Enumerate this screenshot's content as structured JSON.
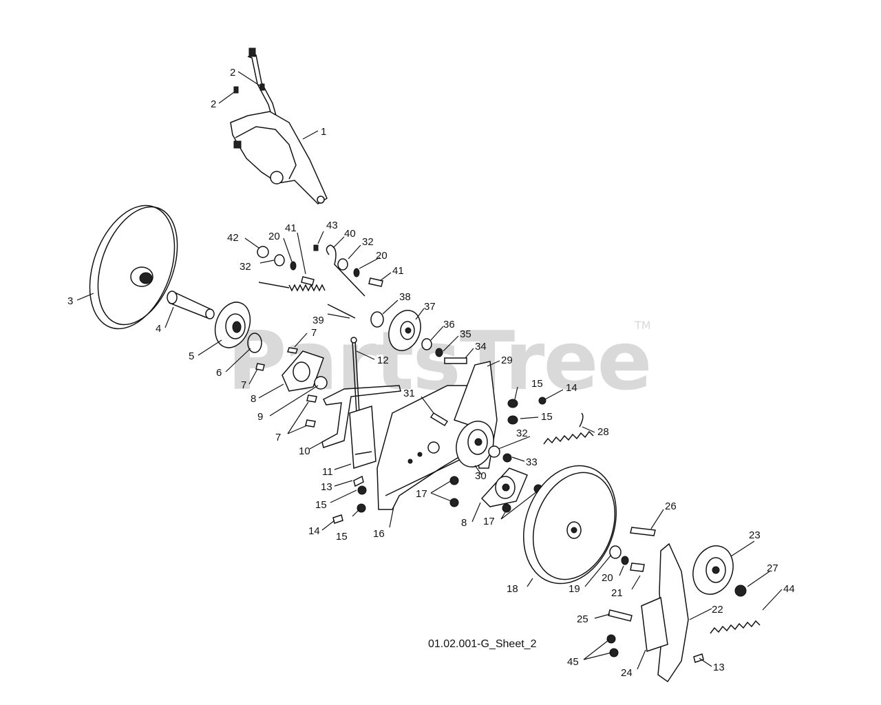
{
  "watermark": {
    "text": "PartsTree",
    "trademark": "TM"
  },
  "caption": "01.02.001-G_Sheet_2",
  "labels": [
    {
      "id": "l1",
      "text": "1"
    },
    {
      "id": "l2a",
      "text": "2"
    },
    {
      "id": "l2b",
      "text": "2"
    },
    {
      "id": "l3",
      "text": "3"
    },
    {
      "id": "l4",
      "text": "4"
    },
    {
      "id": "l5",
      "text": "5"
    },
    {
      "id": "l6",
      "text": "6"
    },
    {
      "id": "l7a",
      "text": "7"
    },
    {
      "id": "l7b",
      "text": "7"
    },
    {
      "id": "l7c",
      "text": "7"
    },
    {
      "id": "l8a",
      "text": "8"
    },
    {
      "id": "l8b",
      "text": "8"
    },
    {
      "id": "l9",
      "text": "9"
    },
    {
      "id": "l10",
      "text": "10"
    },
    {
      "id": "l11",
      "text": "11"
    },
    {
      "id": "l12",
      "text": "12"
    },
    {
      "id": "l13a",
      "text": "13"
    },
    {
      "id": "l13b",
      "text": "13"
    },
    {
      "id": "l14a",
      "text": "14"
    },
    {
      "id": "l14b",
      "text": "14"
    },
    {
      "id": "l15a",
      "text": "15"
    },
    {
      "id": "l15b",
      "text": "15"
    },
    {
      "id": "l15c",
      "text": "15"
    },
    {
      "id": "l15d",
      "text": "15"
    },
    {
      "id": "l16",
      "text": "16"
    },
    {
      "id": "l17a",
      "text": "17"
    },
    {
      "id": "l17b",
      "text": "17"
    },
    {
      "id": "l18",
      "text": "18"
    },
    {
      "id": "l19",
      "text": "19"
    },
    {
      "id": "l20a",
      "text": "20"
    },
    {
      "id": "l20b",
      "text": "20"
    },
    {
      "id": "l20c",
      "text": "20"
    },
    {
      "id": "l21",
      "text": "21"
    },
    {
      "id": "l22",
      "text": "22"
    },
    {
      "id": "l23",
      "text": "23"
    },
    {
      "id": "l24",
      "text": "24"
    },
    {
      "id": "l25",
      "text": "25"
    },
    {
      "id": "l26",
      "text": "26"
    },
    {
      "id": "l27",
      "text": "27"
    },
    {
      "id": "l28",
      "text": "28"
    },
    {
      "id": "l29",
      "text": "29"
    },
    {
      "id": "l30",
      "text": "30"
    },
    {
      "id": "l31",
      "text": "31"
    },
    {
      "id": "l32a",
      "text": "32"
    },
    {
      "id": "l32b",
      "text": "32"
    },
    {
      "id": "l32c",
      "text": "32"
    },
    {
      "id": "l33",
      "text": "33"
    },
    {
      "id": "l34",
      "text": "34"
    },
    {
      "id": "l35",
      "text": "35"
    },
    {
      "id": "l36",
      "text": "36"
    },
    {
      "id": "l37",
      "text": "37"
    },
    {
      "id": "l38",
      "text": "38"
    },
    {
      "id": "l39",
      "text": "39"
    },
    {
      "id": "l40",
      "text": "40"
    },
    {
      "id": "l41a",
      "text": "41"
    },
    {
      "id": "l41b",
      "text": "41"
    },
    {
      "id": "l42",
      "text": "42"
    },
    {
      "id": "l43",
      "text": "43"
    },
    {
      "id": "l44",
      "text": "44"
    },
    {
      "id": "l45",
      "text": "45"
    }
  ]
}
